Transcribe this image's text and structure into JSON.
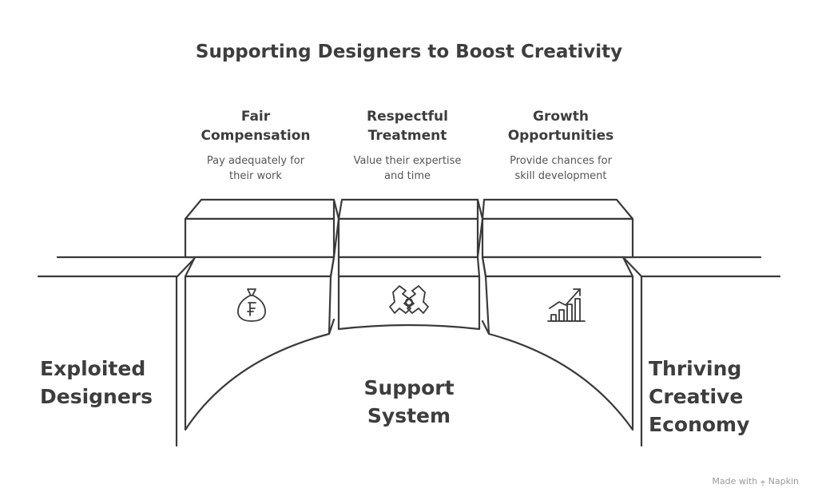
{
  "title": "Supporting Designers to Boost Creativity",
  "pillars": [
    {
      "heading": [
        "Fair",
        "Compensation"
      ],
      "desc": [
        "Pay adequately for",
        "their work"
      ],
      "icon": "money-bag-icon"
    },
    {
      "heading": [
        "Respectful",
        "Treatment"
      ],
      "desc": [
        "Value their expertise",
        "and time"
      ],
      "icon": "handshake-icon"
    },
    {
      "heading": [
        "Growth",
        "Opportunities"
      ],
      "desc": [
        "Provide chances for",
        "skill development"
      ],
      "icon": "growth-chart-icon"
    }
  ],
  "left_label": [
    "Exploited",
    "Designers"
  ],
  "center_label": [
    "Support",
    "System"
  ],
  "right_label": [
    "Thriving",
    "Creative",
    "Economy"
  ],
  "footer": {
    "made_with": "Made with",
    "brand": "Napkin"
  },
  "colors": {
    "stroke": "#3a3a3a",
    "text": "#3d3d3d",
    "muted": "#9a9a9a"
  }
}
